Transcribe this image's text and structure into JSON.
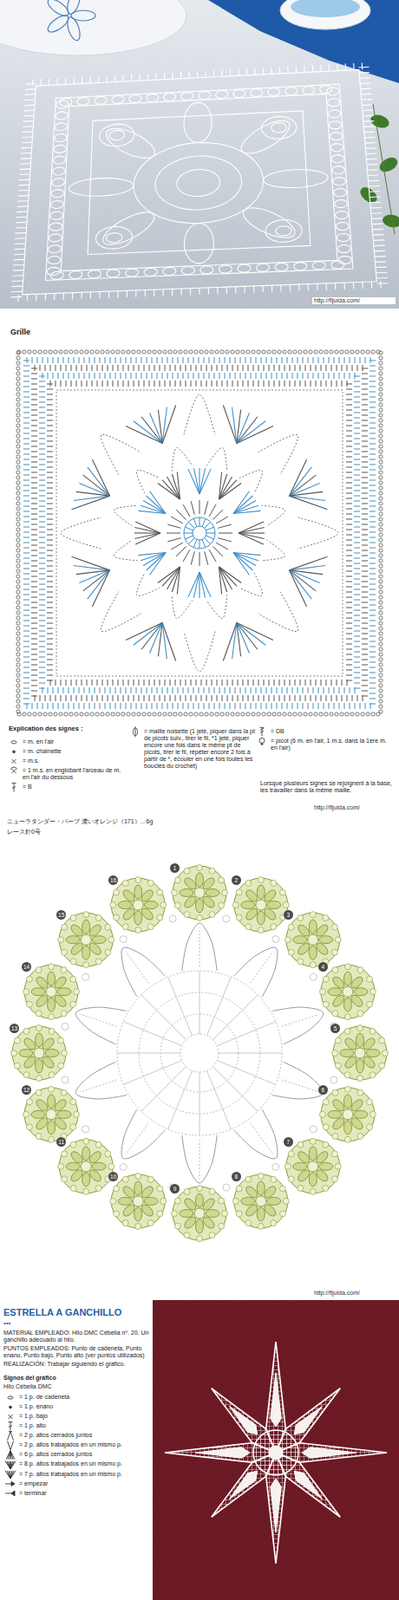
{
  "diagram": {
    "labels": [
      "http://fljuida.com/",
      "Grille",
      "Explication des signes :",
      "Lorsque plusieurs signes se rejoignent à la base, les travailler dans la même maille.",
      "http://fljuida.com/",
      "ニューラタンダー・バーブ 濃いオレンジ（171）…6g",
      "レース針0号",
      "1",
      "2",
      "3",
      "4",
      "5",
      "6",
      "7",
      "8",
      "9",
      "10",
      "11",
      "12",
      "13",
      "14",
      "15",
      "16",
      "http://fljuida.com/",
      "ESTRELLA A GANCHILLO",
      "•••",
      "MATERIAL EMPLEADO: Hilo DMC Cébelia nº. 20. Un ganchillo adecuado al hilo.",
      "PUNTOS EMPLEADOS: Punto de cadeneta, Punto enano, Punto bajo, Punto alto (ver puntos utilizados)",
      "REALIZACIÓN: Trabajar siguiendo el gráfico.",
      "Signos del gráfico",
      "Hilo Cébelia DMC"
    ],
    "legend": [
      {
        "text": "= m. en l'air"
      },
      {
        "text": "= m. chaînette"
      },
      {
        "text": "= m.s."
      },
      {
        "text": "= 1 m.s. en englobant l'arceau de m. en l'air du dessous"
      },
      {
        "text": "= B"
      },
      {
        "text": "= maille noisette (1 jeté, piquer dans la pt de picots suiv., tirer le fil, *1 jeté, piquer encore une fois dans le même pt de picots, tirer le fil, répéter encore 2 fois à partir de *, écouler en une fois toutes les boucles du crochet)"
      },
      {
        "text": "= DB"
      },
      {
        "text": "= picot (6 m. en l'air, 1 m.s. dans la 1ère m. en l'air)"
      },
      {
        "text": "= 1 p. de cadeneta"
      },
      {
        "text": "= 1 p. enano"
      },
      {
        "text": "= 1 p. bajo"
      },
      {
        "text": "= 1 p. alto"
      },
      {
        "text": "= 2 p. altos cerrados juntos"
      },
      {
        "text": "= 2 p. altos trabajados en un mismo p."
      },
      {
        "text": "= 6 p. altos cerrados juntos"
      },
      {
        "text": "= 8 p. altos trabajados en un mismo p."
      },
      {
        "text": "= 7 p. altos trabajados en un mismo p."
      },
      {
        "text": "= empezar"
      },
      {
        "text": "= terminar"
      }
    ]
  }
}
